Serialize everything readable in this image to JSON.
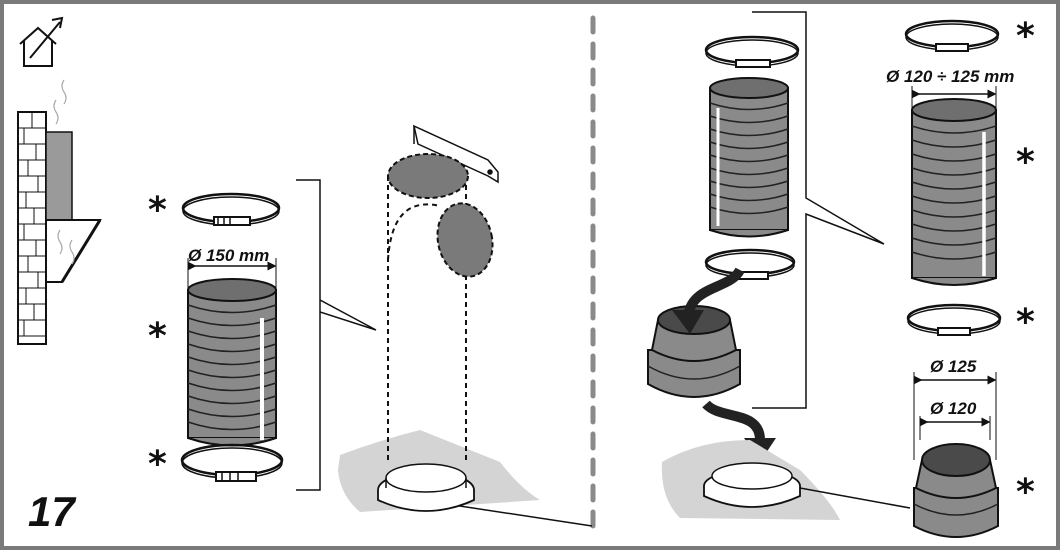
{
  "figure_number": "17",
  "labels": {
    "d150": "Ø 150 mm",
    "d120_125": "Ø 120 ÷ 125 mm",
    "d125": "Ø 125",
    "d120": "Ø 120"
  },
  "star": "*",
  "icons": [
    "house-vent-icon"
  ],
  "colors": {
    "frame": "#7a7a7a",
    "duct": "#8a8a8a",
    "dark": "#555555",
    "floor": "#d4d4d4"
  }
}
